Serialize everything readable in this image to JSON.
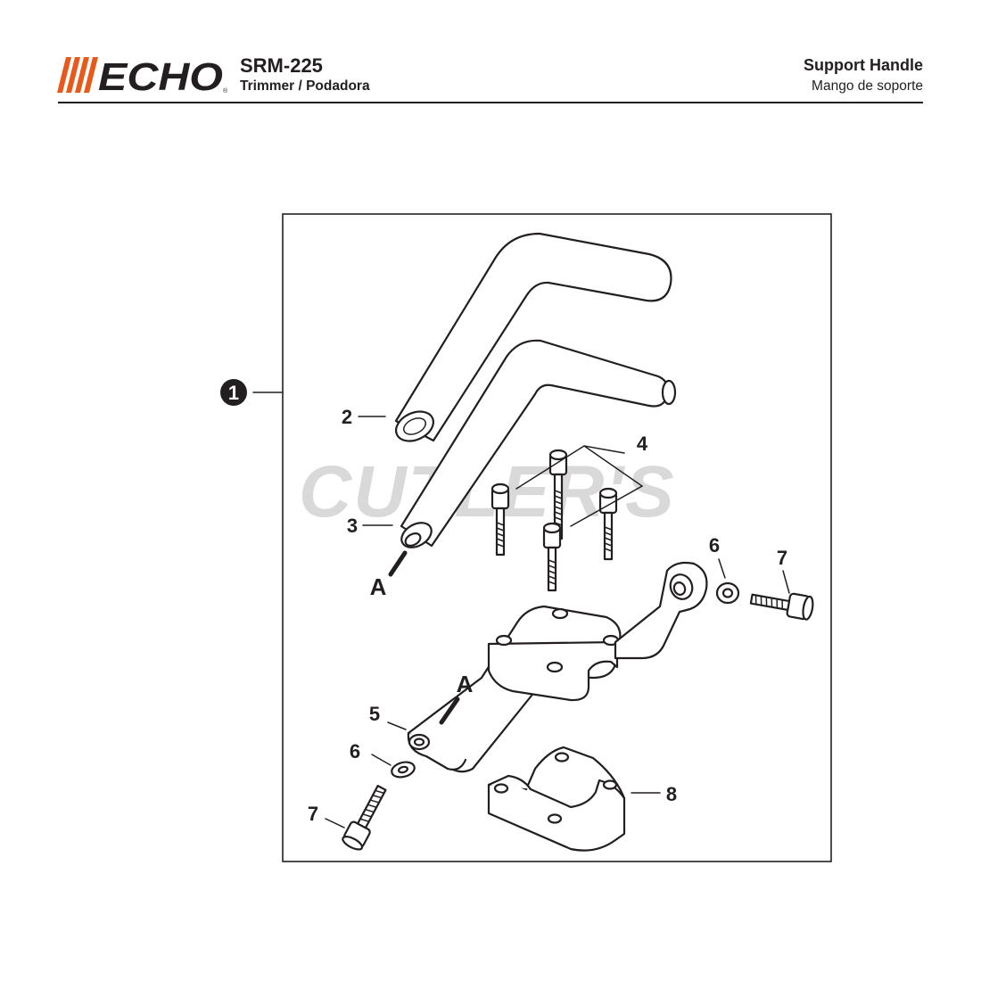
{
  "header": {
    "model": "SRM-225",
    "subtitle": "Trimmer / Podadora",
    "title_en": "Support Handle",
    "title_es": "Mango de soporte"
  },
  "brand": {
    "name": "ECHO",
    "accent_color": "#e85a1b"
  },
  "watermark": "CUTLER'S",
  "callouts": {
    "assembly": "1",
    "grip": "2",
    "handle": "3",
    "bolt_set": "4",
    "bracket": "5",
    "washer_right": "6",
    "bolt_right": "7",
    "washer_left": "6",
    "bolt_left": "7",
    "clamp": "8",
    "ref_a_handle": "A",
    "ref_a_bracket": "A"
  }
}
